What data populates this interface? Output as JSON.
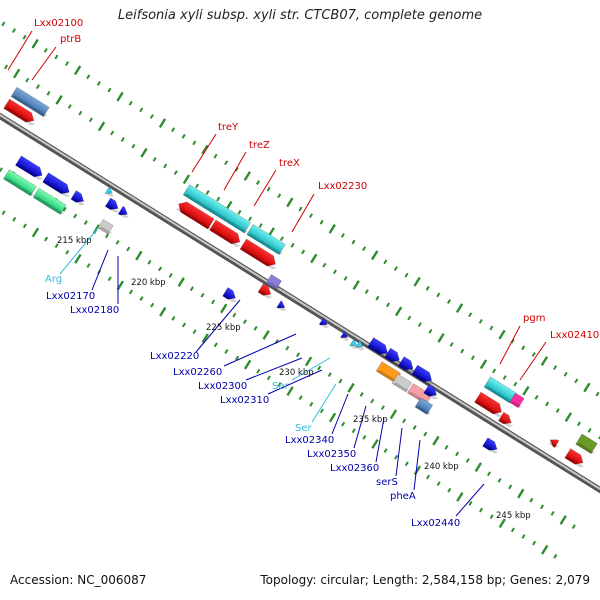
{
  "title": "Leifsonia xyli subsp. xyli str. CTCB07, complete genome",
  "footer": {
    "accession": "Accession: NC_006087",
    "summary": "Topology: circular; Length: 2,584,158 bp; Genes: 2,079"
  },
  "colors": {
    "backbone": "#888888",
    "tick": "#2e8b2e",
    "label_red": "#d00000",
    "label_blue": "#0000aa",
    "label_cyan": "#33bbdd",
    "scale_text": "#111111"
  },
  "scale_labels": [
    "215 kbp",
    "220 kbp",
    "225 kbp",
    "230 kbp",
    "235 kbp",
    "240 kbp",
    "245 kbp"
  ],
  "features": [
    {
      "name": "Lxx02100",
      "color": "red"
    },
    {
      "name": "ptrB",
      "color": "red"
    },
    {
      "name": "treY",
      "color": "red"
    },
    {
      "name": "treZ",
      "color": "red"
    },
    {
      "name": "treX",
      "color": "red"
    },
    {
      "name": "Lxx02230",
      "color": "red"
    },
    {
      "name": "pgm",
      "color": "red"
    },
    {
      "name": "Lxx02410",
      "color": "red"
    },
    {
      "name": "Arg",
      "color": "cyan"
    },
    {
      "name": "Lxx02170",
      "color": "blue"
    },
    {
      "name": "Lxx02180",
      "color": "blue"
    },
    {
      "name": "Lxx02220",
      "color": "blue"
    },
    {
      "name": "Lxx02260",
      "color": "blue"
    },
    {
      "name": "Lxx02300",
      "color": "blue"
    },
    {
      "name": "Lxx02310",
      "color": "blue"
    },
    {
      "name": "Ser",
      "color": "cyan"
    },
    {
      "name": "Ser",
      "color": "cyan"
    },
    {
      "name": "Lxx02340",
      "color": "blue"
    },
    {
      "name": "Lxx02350",
      "color": "blue"
    },
    {
      "name": "Lxx02360",
      "color": "blue"
    },
    {
      "name": "serS",
      "color": "blue"
    },
    {
      "name": "pheA",
      "color": "blue"
    },
    {
      "name": "Lxx02440",
      "color": "blue"
    }
  ]
}
